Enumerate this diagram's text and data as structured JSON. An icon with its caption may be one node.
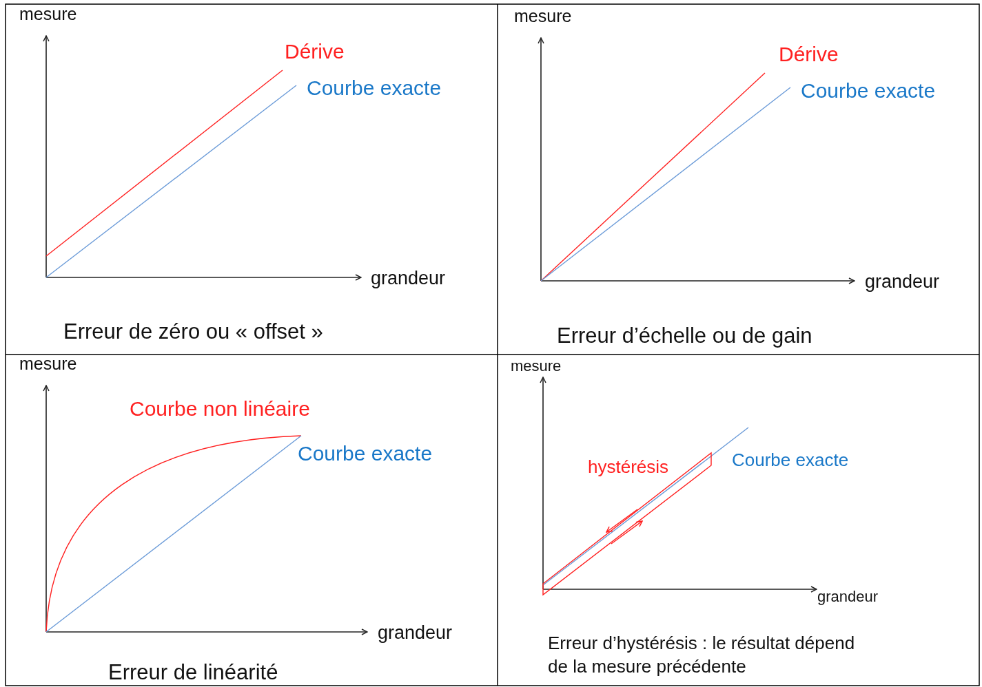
{
  "diagram": {
    "labels": [
      "mesure",
      "Dérive",
      "Courbe exacte",
      "grandeur",
      "Erreur de zéro ou « offset »",
      "mesure",
      "Dérive",
      "Courbe exacte",
      "grandeur",
      "Erreur d’échelle ou de gain",
      "mesure",
      "Courbe non linéaire",
      "Courbe exacte",
      "grandeur",
      "Erreur de linéarité",
      "mesure",
      "hystérésis",
      "Courbe exacte",
      "grandeur",
      "Erreur d’hystérésis : le résultat dépend de la mesure précédente"
    ]
  }
}
